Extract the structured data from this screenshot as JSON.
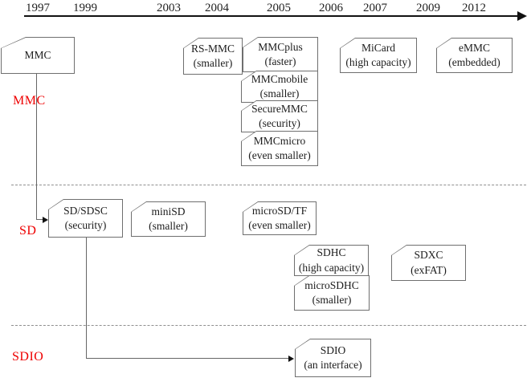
{
  "timeline": {
    "years": [
      "1997",
      "1999",
      "2003",
      "2004",
      "2005",
      "2006",
      "2007",
      "2009",
      "2012"
    ]
  },
  "sections": {
    "mmc": "MMC",
    "sd": "SD",
    "sdio": "SDIO"
  },
  "nodes": {
    "mmc": {
      "title": "MMC",
      "subtitle": ""
    },
    "rs_mmc": {
      "title": "RS-MMC",
      "subtitle": "(smaller)"
    },
    "mmc_plus": {
      "title": "MMCplus",
      "subtitle": "(faster)"
    },
    "mmc_mobile": {
      "title": "MMCmobile",
      "subtitle": "(smaller)"
    },
    "secure_mmc": {
      "title": "SecureMMC",
      "subtitle": "(security)"
    },
    "mmc_micro": {
      "title": "MMCmicro",
      "subtitle": "(even smaller)"
    },
    "micard": {
      "title": "MiCard",
      "subtitle": "(high capacity)"
    },
    "emmc": {
      "title": "eMMC",
      "subtitle": "(embedded)"
    },
    "sd_sdsc": {
      "title": "SD/SDSC",
      "subtitle": "(security)"
    },
    "mini_sd": {
      "title": "miniSD",
      "subtitle": "(smaller)"
    },
    "micro_sd_tf": {
      "title": "microSD/TF",
      "subtitle": "(even smaller)"
    },
    "sdhc": {
      "title": "SDHC",
      "subtitle": "(high capacity)"
    },
    "micro_sdhc": {
      "title": "microSDHC",
      "subtitle": "(smaller)"
    },
    "sdxc": {
      "title": "SDXC",
      "subtitle": "(exFAT)"
    },
    "sdio": {
      "title": "SDIO",
      "subtitle": "(an interface)"
    }
  },
  "colors": {
    "section_label": "#ee0000",
    "box_border": "#6f6f6f",
    "timeline_axis": "#111111",
    "connector": "#666666"
  }
}
